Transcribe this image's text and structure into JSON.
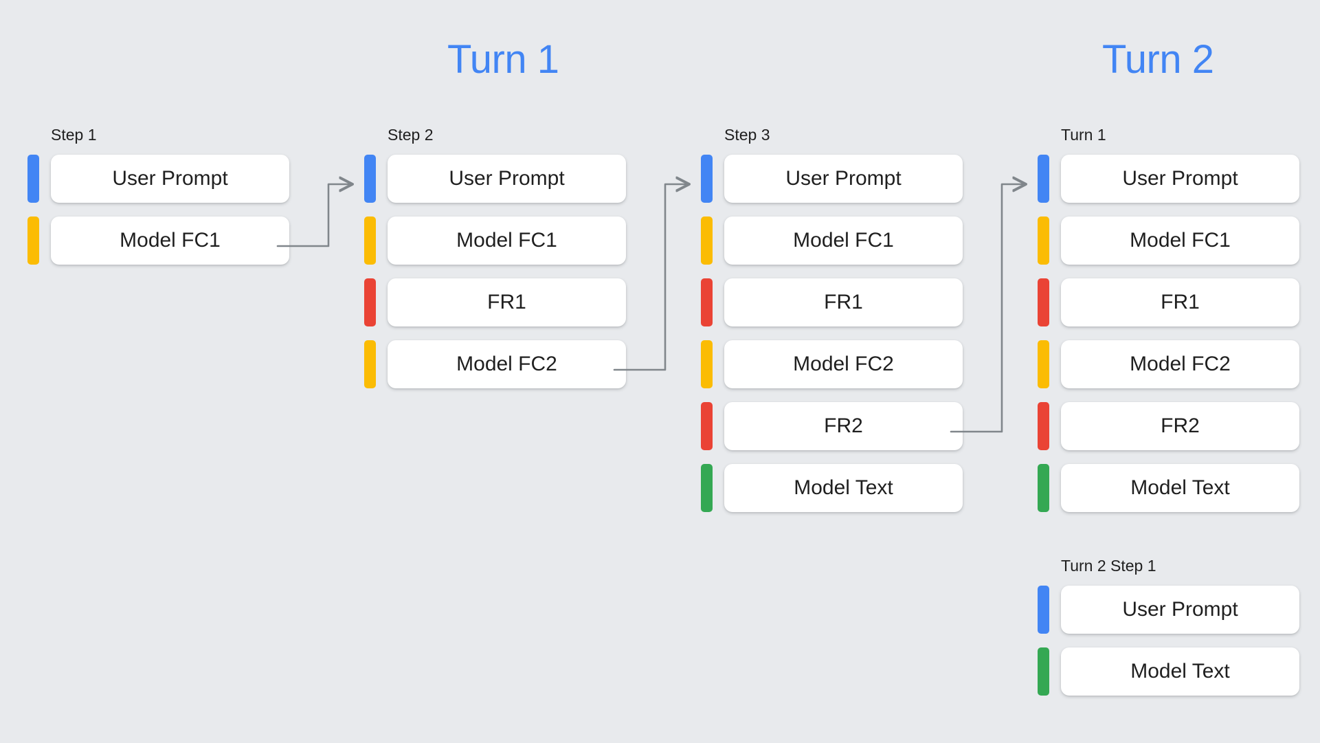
{
  "background_color": "#e8eaed",
  "palette": {
    "blue": "#4285f4",
    "yellow": "#fbbc04",
    "red": "#ea4335",
    "green": "#34a853",
    "card": "#ffffff",
    "text": "#1f1f1f",
    "arrow": "#80868b"
  },
  "headings": [
    {
      "label": "Turn 1"
    },
    {
      "label": "Turn 2"
    }
  ],
  "columns": [
    {
      "id": "step1",
      "label": "Step 1",
      "rows": [
        {
          "color": "blue",
          "label": "User Prompt"
        },
        {
          "color": "yellow",
          "label": "Model FC1"
        }
      ]
    },
    {
      "id": "step2",
      "label": "Step 2",
      "rows": [
        {
          "color": "blue",
          "label": "User Prompt"
        },
        {
          "color": "yellow",
          "label": "Model FC1"
        },
        {
          "color": "red",
          "label": "FR1"
        },
        {
          "color": "yellow",
          "label": "Model FC2"
        }
      ]
    },
    {
      "id": "step3",
      "label": "Step 3",
      "rows": [
        {
          "color": "blue",
          "label": "User Prompt"
        },
        {
          "color": "yellow",
          "label": "Model FC1"
        },
        {
          "color": "red",
          "label": "FR1"
        },
        {
          "color": "yellow",
          "label": "Model FC2"
        },
        {
          "color": "red",
          "label": "FR2"
        },
        {
          "color": "green",
          "label": "Model Text"
        }
      ]
    },
    {
      "id": "turn1",
      "label": "Turn 1",
      "rows": [
        {
          "color": "blue",
          "label": "User Prompt"
        },
        {
          "color": "yellow",
          "label": "Model FC1"
        },
        {
          "color": "red",
          "label": "FR1"
        },
        {
          "color": "yellow",
          "label": "Model FC2"
        },
        {
          "color": "red",
          "label": "FR2"
        },
        {
          "color": "green",
          "label": "Model Text"
        }
      ]
    },
    {
      "id": "turn2s1",
      "label": "Turn 2 Step 1",
      "rows": [
        {
          "color": "blue",
          "label": "User Prompt"
        },
        {
          "color": "green",
          "label": "Model Text"
        }
      ]
    }
  ],
  "connectors": [
    {
      "name": "arrow-step1-to-step2",
      "from": "Model FC1 (Step 1)",
      "to": "Step 2"
    },
    {
      "name": "arrow-step2-to-step3",
      "from": "Model FC2 (Step 2)",
      "to": "Step 3"
    },
    {
      "name": "arrow-step3-to-turn1",
      "from": "FR2 (Step 3)",
      "to": "Turn 1"
    }
  ]
}
